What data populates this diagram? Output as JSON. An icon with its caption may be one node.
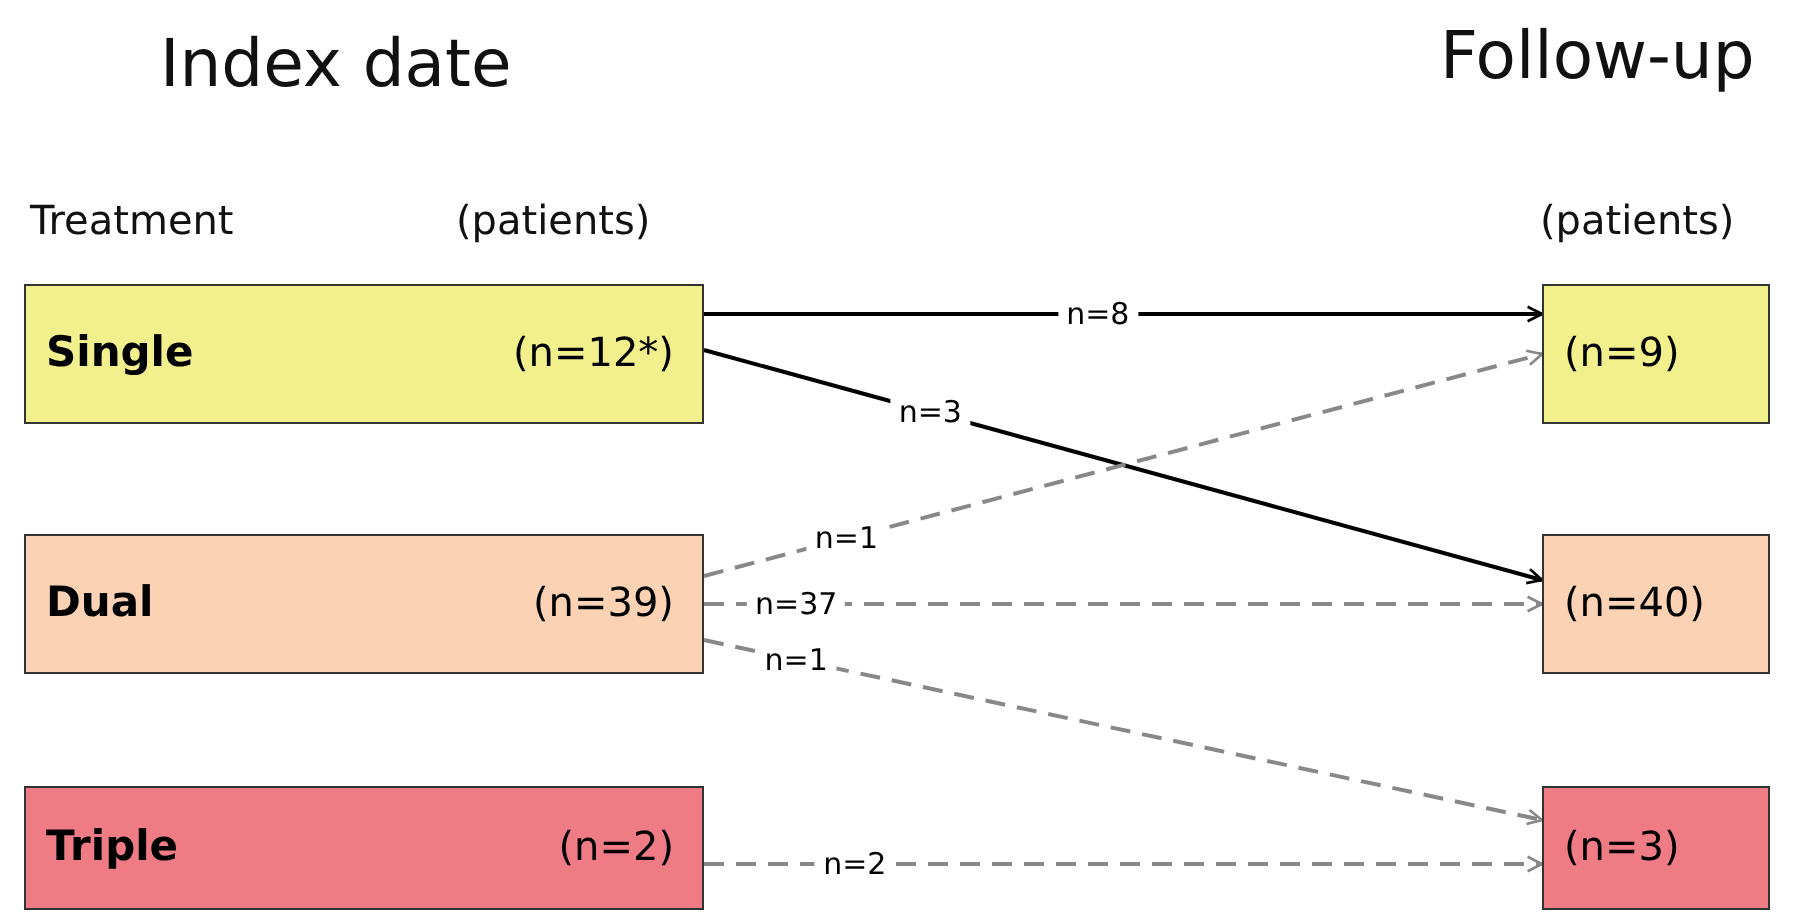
{
  "diagram": {
    "nodes": [
      {
        "text": [
          "Single",
          "(n=12*)"
        ]
      },
      {
        "text": [
          "Dual",
          "(n=39)"
        ]
      },
      {
        "text": [
          "Triple",
          "(n=2)"
        ]
      },
      {
        "text": [
          "(n=9)"
        ]
      },
      {
        "text": [
          "(n=40)"
        ]
      },
      {
        "text": [
          "(n=3)"
        ]
      }
    ],
    "edges": [
      {
        "from": 0,
        "to": 3,
        "arrow": "to",
        "label": "n=8",
        "color": "#000000"
      },
      {
        "from": 0,
        "to": 4,
        "arrow": "to",
        "label": "n=3",
        "color": "#000000"
      },
      {
        "from": 1,
        "to": 3,
        "arrow": "to",
        "label": "n=1",
        "style": "dashed"
      },
      {
        "from": 1,
        "to": 4,
        "arrow": "to",
        "label": "n=37",
        "style": "dashed"
      },
      {
        "from": 1,
        "to": 5,
        "arrow": "to",
        "label": "n=1",
        "style": "dashed"
      },
      {
        "from": 2,
        "to": 5,
        "arrow": "to",
        "label": "n=2",
        "style": "dashed"
      }
    ],
    "labels": [
      "Index date",
      "Follow-up",
      "Treatment",
      "(patients)",
      "(patients)"
    ]
  }
}
